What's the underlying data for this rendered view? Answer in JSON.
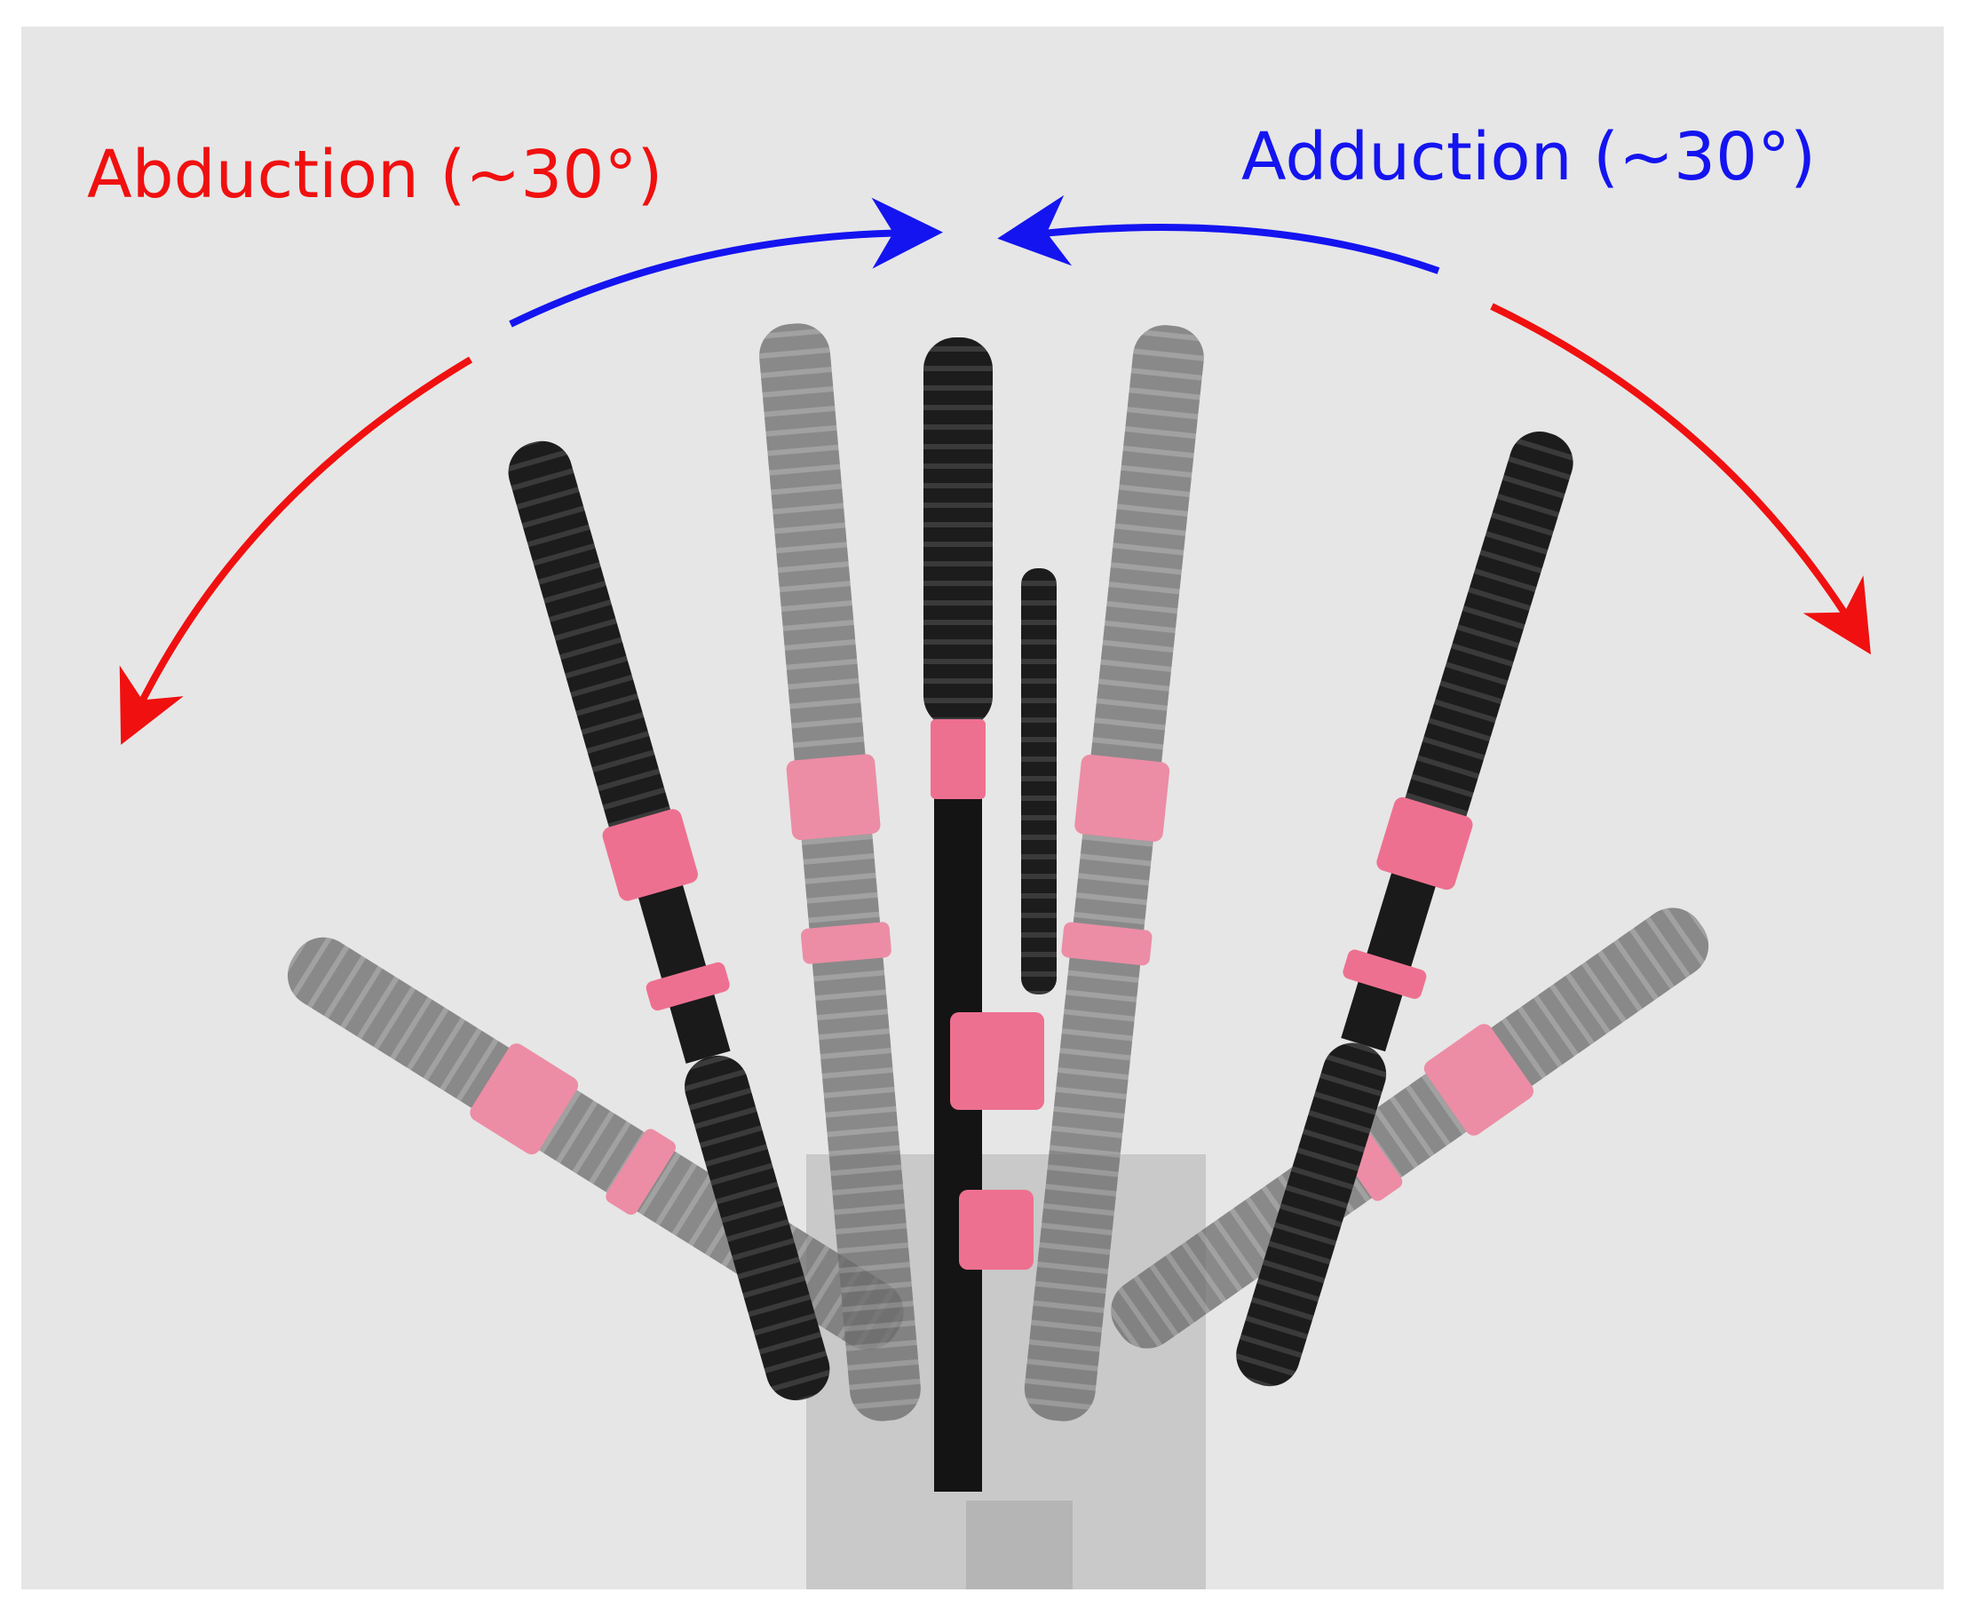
{
  "labels": {
    "abduction": "Abduction (~30°)",
    "adduction": "Adduction (~30°)"
  },
  "colors": {
    "abduction": "#f01010",
    "adduction": "#1414f0",
    "background": "#e6e6e6",
    "segment_pink": "#ee7090",
    "finger_black": "#1c1c1c",
    "finger_ghost": "#6a6a6a",
    "palm_plate": "#c9c9c9"
  },
  "motion": {
    "abduction_angle_deg": 30,
    "adduction_angle_deg": 30
  }
}
